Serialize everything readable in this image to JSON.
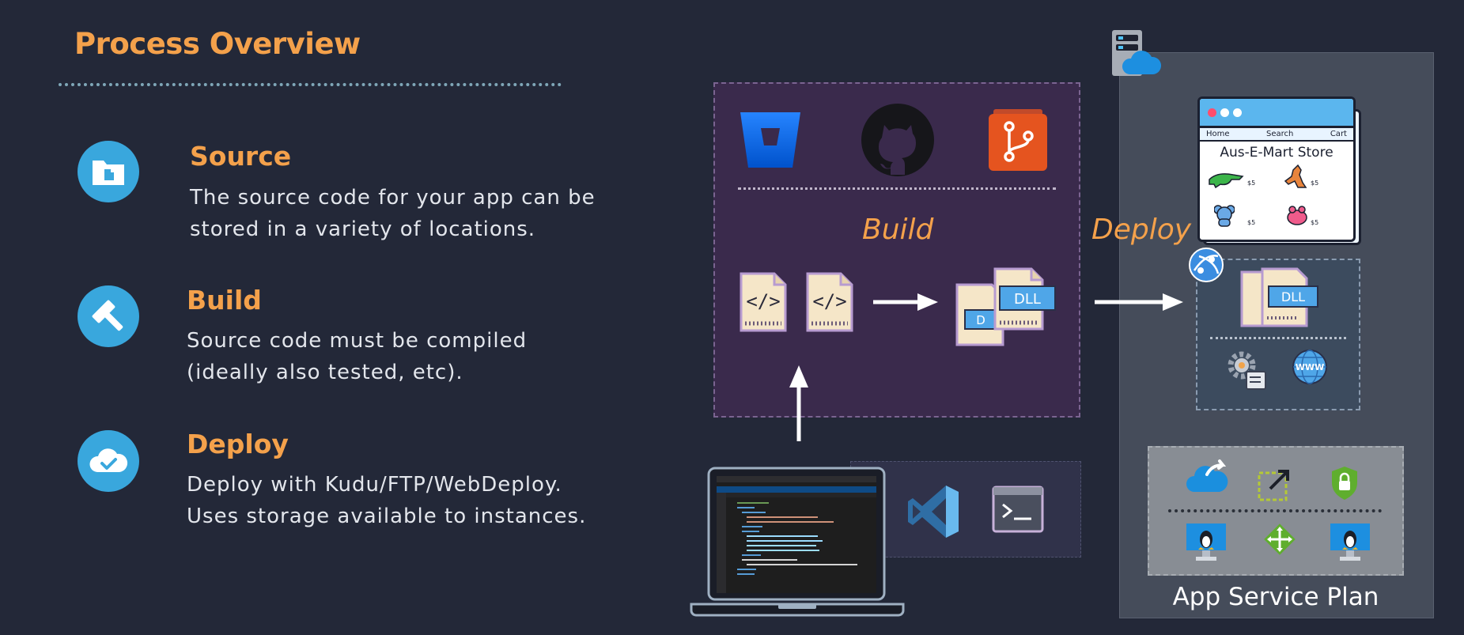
{
  "title": "Process Overview",
  "steps": [
    {
      "title": "Source",
      "lines": [
        "The source code for your app can be",
        "stored in a variety of locations."
      ]
    },
    {
      "title": "Build",
      "lines": [
        "Source code must be compiled",
        "(ideally also tested, etc)."
      ]
    },
    {
      "title": "Deploy",
      "lines": [
        "Deploy with Kudu/FTP/WebDeploy.",
        "Uses storage available to instances."
      ]
    }
  ],
  "diagram": {
    "build_label": "Build",
    "deploy_label": "Deploy",
    "dll_label": "DLL",
    "plan_label": "App Service Plan",
    "store": {
      "nav": [
        "Home",
        "Search",
        "Cart"
      ],
      "title": "Aus-E-Mart Store",
      "price": "$5"
    },
    "www_label": "WWW"
  },
  "colors": {
    "background": "#232838",
    "accent": "#f4a14b",
    "icon_blue": "#39a7dd",
    "build_panel": "#3a2a4c",
    "plan_panel": "#454c5a"
  },
  "icons": [
    "folder-icon",
    "hammer-icon",
    "cloud-check-icon",
    "bitbucket-icon",
    "github-icon",
    "git-icon",
    "code-file-icon",
    "dll-file-icon",
    "laptop-icon",
    "vscode-icon",
    "terminal-icon",
    "server-cloud-icon",
    "web-app-icon",
    "settings-icon",
    "globe-icon",
    "linux-vm-icon",
    "scale-icon"
  ]
}
